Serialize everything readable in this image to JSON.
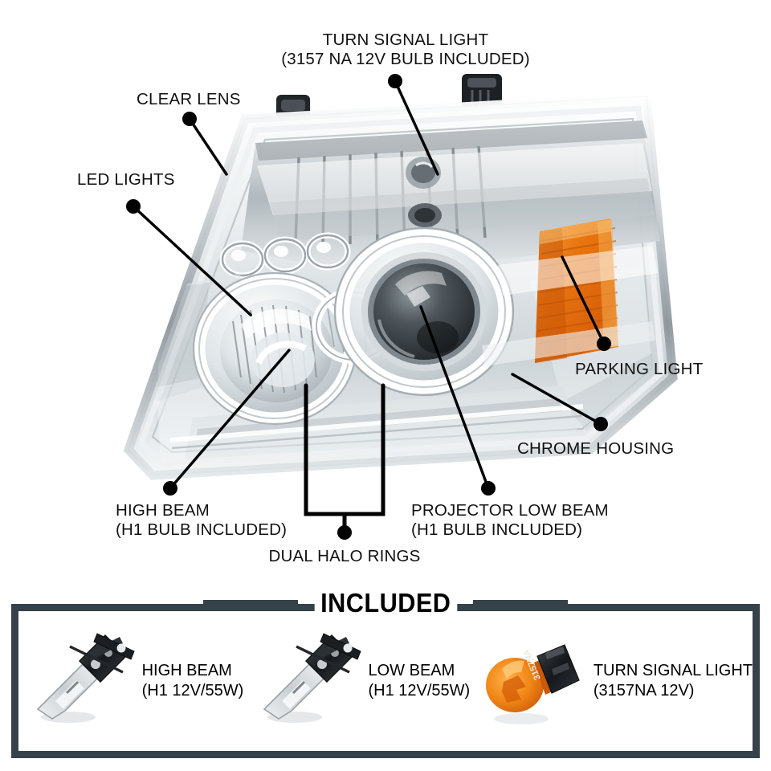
{
  "diagram": {
    "callouts": [
      {
        "id": "turn-signal-light",
        "label": "TURN SIGNAL LIGHT\n(3157 NA 12V BULB INCLUDED)"
      },
      {
        "id": "clear-lens",
        "label": "CLEAR LENS"
      },
      {
        "id": "led-lights",
        "label": "LED LIGHTS"
      },
      {
        "id": "parking-light",
        "label": "PARKING LIGHT"
      },
      {
        "id": "chrome-housing",
        "label": "CHROME HOUSING"
      },
      {
        "id": "high-beam",
        "label": "HIGH BEAM\n(H1 BULB INCLUDED)"
      },
      {
        "id": "dual-halo-rings",
        "label": "DUAL HALO RINGS"
      },
      {
        "id": "projector-low-beam",
        "label": "PROJECTOR LOW BEAM\n(H1 BULB INCLUDED)"
      }
    ]
  },
  "included": {
    "title": "INCLUDED",
    "items": [
      {
        "id": "high-beam-bulb",
        "art": "h1-bulb-icon",
        "label": "HIGH BEAM\n(H1 12V/55W)"
      },
      {
        "id": "low-beam-bulb",
        "art": "h1-bulb-icon",
        "label": "LOW BEAM\n(H1 12V/55W)"
      },
      {
        "id": "turn-signal-bulb",
        "art": "3157na-bulb-icon",
        "label": "TURN SIGNAL LIGHT\n(3157NA 12V)"
      }
    ],
    "bulb_marking": "3157NA"
  },
  "colors": {
    "frame": "#36424a",
    "amber": "#e8760f",
    "chrome_light": "#f2f4f5",
    "chrome_mid": "#c9cfd3",
    "chrome_dark": "#8f979c",
    "projector_dark": "#2b3033",
    "halo_white": "#ffffff",
    "text": "#111111"
  }
}
